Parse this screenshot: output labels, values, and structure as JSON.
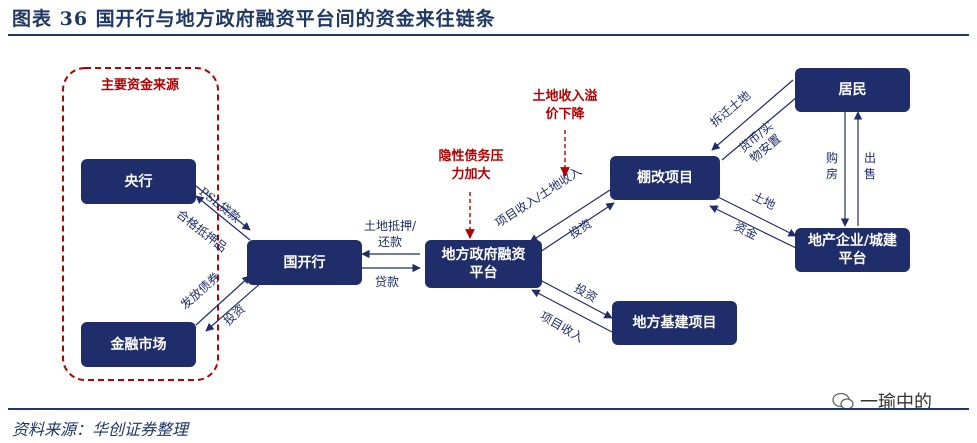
{
  "title": "图表 36 国开行与地方政府融资平台间的资金来往链条",
  "source": "资料来源：华创证券整理",
  "watermark": "一瑜中的",
  "group_label": "主要资金来源",
  "nodes": {
    "central_bank": "央行",
    "financial_market": "金融市场",
    "cdb": "国开行",
    "lgfv": "地方政府融资平台",
    "shantytown": "棚改项目",
    "infrastructure": "地方基建项目",
    "residents": "居民",
    "developers": "地产企业/城建平台"
  },
  "edge_labels": {
    "psl_loan": "PSL贷款",
    "qualified_collateral": "合格抵押品",
    "issue_bonds": "发放债券",
    "invest_market": "投资",
    "land_mortgage": "土地抵押/还款",
    "loan": "贷款",
    "project_income_land": "项目收入/土地收入",
    "invest_shanty": "投资",
    "invest_infra": "投资",
    "project_income": "项目收入",
    "demolition_land": "拆迁土地",
    "currency_goods": "货币/实物安置",
    "land": "土地",
    "funds": "资金",
    "buy_house": "购房",
    "sell": "出售"
  },
  "annotations": {
    "hidden_debt": "隐性债务压力加大",
    "land_income_drop": "土地收入溢价下降"
  },
  "colors": {
    "box": "#1f2d6b",
    "red": "#b30000",
    "rule": "#1f3864"
  }
}
